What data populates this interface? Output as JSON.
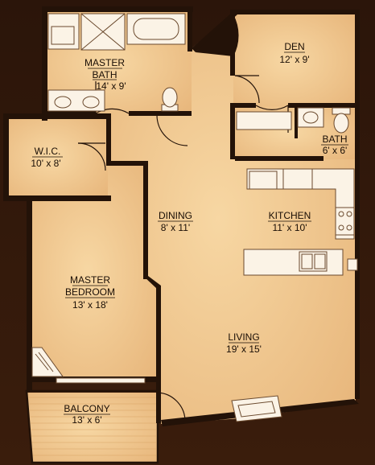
{
  "plan": {
    "rooms": [
      {
        "id": "master-bath",
        "name_lines": [
          "MASTER",
          "BATH"
        ],
        "size": "14' x 9'"
      },
      {
        "id": "den",
        "name_lines": [
          "DEN"
        ],
        "size": "12' x 9'"
      },
      {
        "id": "bath",
        "name_lines": [
          "BATH"
        ],
        "size": "6' x 6'"
      },
      {
        "id": "wic",
        "name_lines": [
          "W.I.C."
        ],
        "size": "10' x 8'"
      },
      {
        "id": "dining",
        "name_lines": [
          "DINING"
        ],
        "size": "8' x 11'"
      },
      {
        "id": "kitchen",
        "name_lines": [
          "KITCHEN"
        ],
        "size": "11' x 10'"
      },
      {
        "id": "master-bedroom",
        "name_lines": [
          "MASTER",
          "BEDROOM"
        ],
        "size": "13' x 18'"
      },
      {
        "id": "living",
        "name_lines": [
          "LIVING"
        ],
        "size": "19' x 15'"
      },
      {
        "id": "balcony",
        "name_lines": [
          "BALCONY"
        ],
        "size": "13' x 6'"
      }
    ],
    "colors": {
      "background": "#2a1509",
      "floor": "#f2c98f",
      "floor_edge": "#e2b077",
      "wall": "#231208",
      "fixture": "#fbf3e6",
      "fixture_stroke": "#6b4a2e",
      "label": "#1a0e05"
    }
  }
}
